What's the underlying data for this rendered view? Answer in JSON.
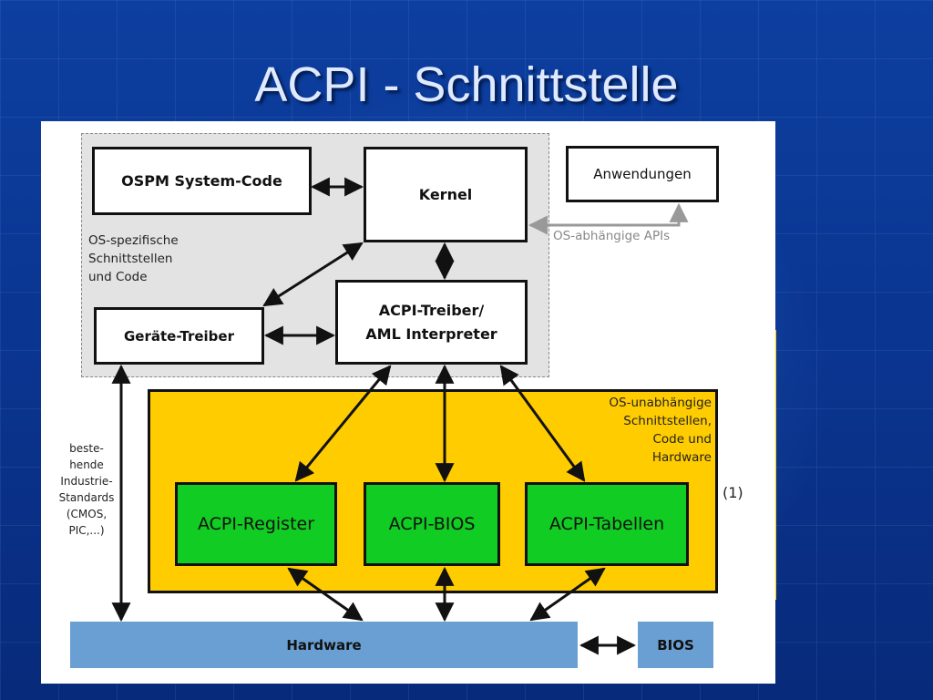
{
  "slide": {
    "title": "ACPI - Schnittstelle"
  },
  "diagram": {
    "ospm_box": "OSPM System-Code",
    "kernel_box": "Kernel",
    "apps_box": "Anwendungen",
    "os_apis_label": "OS-abhängige APIs",
    "os_region_label": [
      "OS-spezifische",
      "Schnittstellen",
      "und Code"
    ],
    "driver_box": "Geräte-Treiber",
    "acpi_driver_box": [
      "ACPI-Treiber/",
      "AML Interpreter"
    ],
    "indep_region_label": [
      "OS-unabhängige",
      "Schnittstellen,",
      "Code und",
      "Hardware"
    ],
    "register_box": "ACPI-Register",
    "bios_acpi_box": "ACPI-BIOS",
    "tables_box": "ACPI-Tabellen",
    "footnote_marker": "(1)",
    "standards_label": [
      "beste-",
      "hende",
      "Industrie-",
      "Standards",
      "(CMOS,",
      "PIC,...)"
    ],
    "hardware_box": "Hardware",
    "bios_box": "BIOS"
  },
  "colors": {
    "os_region": "#e3e3e3",
    "indep_region": "#ffcc00",
    "acpi_boxes": "#11cc22",
    "hardware": "#6a9fd3",
    "api_arrow": "#999999"
  }
}
